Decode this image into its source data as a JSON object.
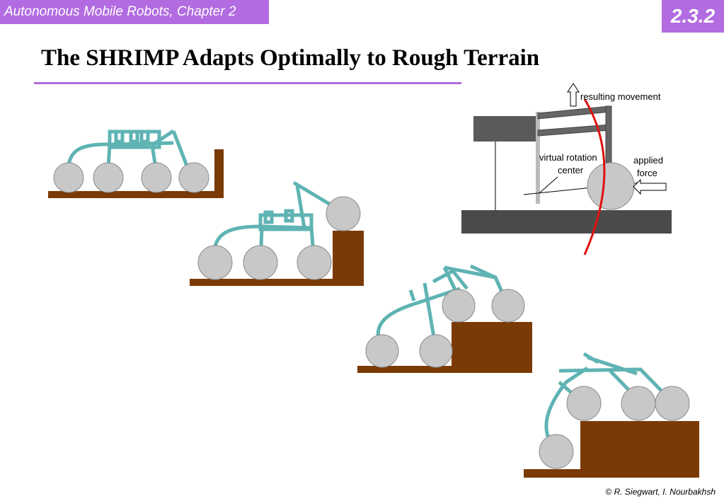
{
  "header": {
    "course": "Autonomous Mobile Robots, Chapter 2",
    "section": "2.3.2"
  },
  "slide": {
    "title": "The SHRIMP Adapts Optimally to Rough Terrain",
    "footer": "© R. Siegwart, I. Nourbakhsh"
  },
  "diagram": {
    "resulting_movement": "resulting movement",
    "virtual_rotation_line1": "virtual rotation",
    "virtual_rotation_line2": "center",
    "applied_line1": "applied",
    "applied_line2": "force"
  },
  "colors": {
    "accent": "#b26be0",
    "ground": "#7a3a06",
    "chassis": "#5fb3b3",
    "wheel": "#c8c8c8",
    "dark_block": "#4a4a4a",
    "movement_curve": "#e01010"
  }
}
